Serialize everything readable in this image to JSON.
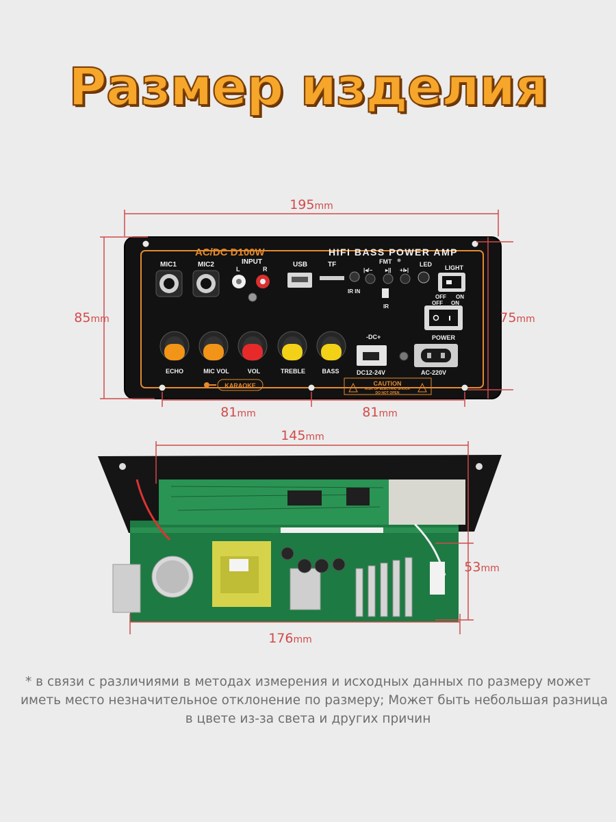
{
  "title": "Размер изделия",
  "front_panel": {
    "model": "AC/DC D100W",
    "brand": "HIFI BASS POWER AMP",
    "jacks": {
      "mic1": "MIC1",
      "mic2": "MIC2",
      "input": "INPUT",
      "l": "L",
      "r": "R",
      "usb": "USB",
      "tf": "TF",
      "ir_in": "IR IN"
    },
    "fmt": "FMT",
    "fmt_buttons": [
      "|◂/−",
      "▸||",
      "+/▸|"
    ],
    "ir": "IR",
    "led": "LED",
    "light": "LIGHT",
    "off": "OFF",
    "on": "ON",
    "power": "POWER",
    "dc_top": "-DC+",
    "dc_bottom": "DC12-24V",
    "ac": "AC-220V",
    "knobs": [
      {
        "label": "ECHO",
        "color": "#f29418"
      },
      {
        "label": "MIC VOL",
        "color": "#f29418"
      },
      {
        "label": "VOL",
        "color": "#e62a2a"
      },
      {
        "label": "TREBLE",
        "color": "#f3d117"
      },
      {
        "label": "BASS",
        "color": "#f3d117"
      }
    ],
    "karaoke": "KARAOKE",
    "caution": "CAUTION",
    "caution_sub1": "RISK OF ELECTRIC SHOCK",
    "caution_sub2": "DO NOT OPEN"
  },
  "dimensions": {
    "width": {
      "value": "195",
      "unit": "mm"
    },
    "height": {
      "value": "85",
      "unit": "mm"
    },
    "inner_height": {
      "value": "75",
      "unit": "mm"
    },
    "half_left": {
      "value": "81",
      "unit": "mm"
    },
    "half_right": {
      "value": "81",
      "unit": "mm"
    },
    "board_width": {
      "value": "145",
      "unit": "mm"
    },
    "depth": {
      "value": "53",
      "unit": "mm"
    },
    "base_width": {
      "value": "176",
      "unit": "mm"
    }
  },
  "footnote": [
    "* в связи с различиями в методах измерения и исходных данных по размеру может",
    "иметь место незначительное отклонение по размеру; Может быть небольшая разница",
    "в цвете из-за света и других причин"
  ],
  "colors": {
    "title": "#f6a62a",
    "dimension": "#d24a4a",
    "silkscreen": "#e58a2e",
    "panel": "#111111"
  }
}
